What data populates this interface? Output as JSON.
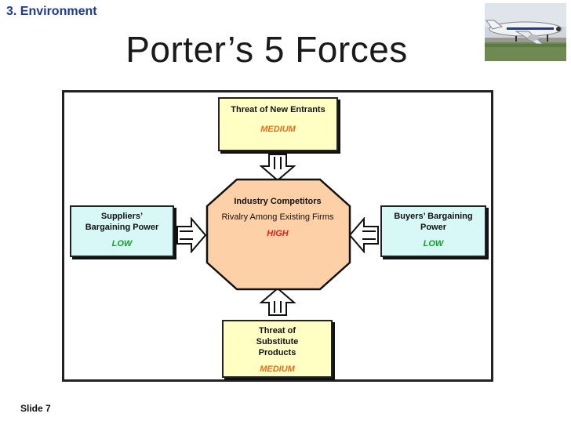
{
  "header": {
    "section_label": "3. Environment",
    "title": "Porter’s 5 Forces"
  },
  "diagram": {
    "new_entrants": {
      "label": "Threat of New Entrants",
      "rating": "MEDIUM"
    },
    "suppliers": {
      "label": "Suppliers’ Bargaining Power",
      "rating": "LOW"
    },
    "competitors": {
      "label": "Industry Competitors",
      "sub": "Rivalry Among Existing Firms",
      "rating": "HIGH"
    },
    "buyers": {
      "label": "Buyers’ Bargaining Power",
      "rating": "LOW"
    },
    "substitutes": {
      "label": "Threat of Substitute Products",
      "rating": "MEDIUM"
    }
  },
  "colors": {
    "title_blue": "#1f3a8f",
    "yellow_fill": "#ffffc4",
    "cyan_fill": "#d8f7f7",
    "octagon_fill": "#fdd0a8",
    "medium": "#e56d1f",
    "low": "#12a02a",
    "high": "#e02020"
  },
  "footer": {
    "slide_label": "Slide 7"
  }
}
